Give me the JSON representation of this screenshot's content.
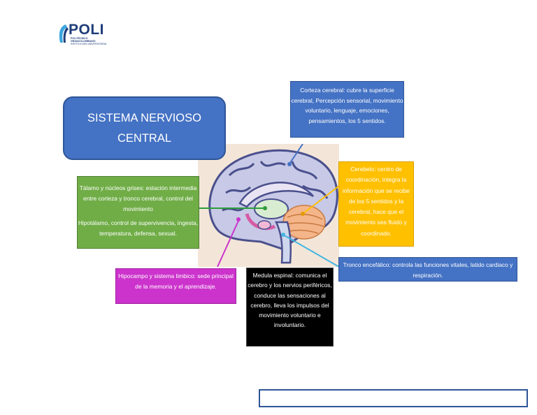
{
  "logo": {
    "word": "POLI",
    "sub_line1": "POLITÉCNICO",
    "sub_line2": "GRANCOLOMBIANO",
    "sub_line3": "INSTITUCIÓN UNIVERSITARIA"
  },
  "title": {
    "line1": "SISTEMA NERVIOSO",
    "line2": "CENTRAL"
  },
  "boxes": {
    "corteza": "Corteza cerebral: cubre la superficie cerebral, Percepción sensorial, movimiento voluntario, lenguaje, emociones, pensamientos, los 5 sentidos.",
    "cerebelo": "Cerebelo: centro de coordinación, integra la información que se recibe de los 5 sentidos y la cerebral, hace que el movimiento sea fluido y coordinado.",
    "talamo": "Tálamo y núcleos grises: estación intermedia entre corteza y tronco cerebral, control del movimiento",
    "hipotalamo": "Hipotálamo, control de supervivencia, ingesta, temperatura, defensa, sexual.",
    "tronco": "Tronco encefálico: controla las funciones vitales, latido cardiaco y respiración.",
    "hipocampo": "Hipocampo y sistema limbico: sede principal de la memoria y el aprendizaje.",
    "medula": "Medula espinal: comunica el cerebro y los nervios periféricos, conduce las sensaciones al cerebro, lleva los impulsos del movimiento voluntario e involuntario."
  },
  "colors": {
    "blue": "#4472c4",
    "yellow": "#ffc000",
    "green": "#70ad47",
    "magenta": "#cc33cc",
    "black": "#000000"
  },
  "icons": [
    "logo-mark-icon",
    "brain-illustration"
  ]
}
